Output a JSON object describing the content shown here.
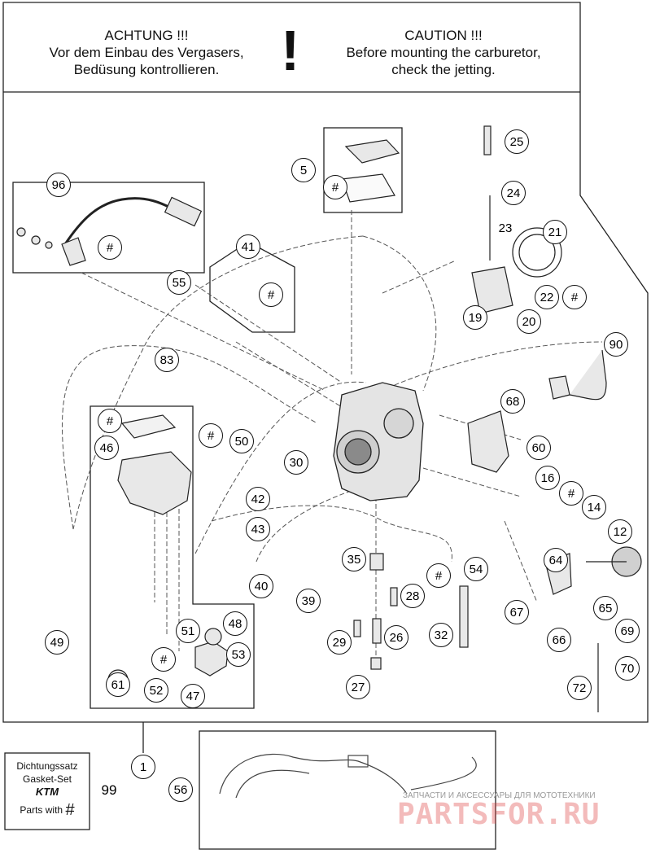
{
  "warning": {
    "de_title": "ACHTUNG !!!",
    "de_line1": "Vor dem Einbau des Vergasers,",
    "de_line2": "Bedüsung kontrollieren.",
    "mark": "!",
    "en_title": "CAUTION !!!",
    "en_line1": "Before mounting the carburetor,",
    "en_line2": "check the jetting."
  },
  "callouts": [
    "5",
    "#",
    "96",
    "#",
    "41",
    "#",
    "55",
    "83",
    "#",
    "#",
    "50",
    "46",
    "30",
    "42",
    "43",
    "40",
    "39",
    "35",
    "28",
    "29",
    "26",
    "27",
    "#",
    "54",
    "32",
    "25",
    "24",
    "23",
    "21",
    "22",
    "#",
    "19",
    "20",
    "90",
    "68",
    "60",
    "16",
    "#",
    "14",
    "12",
    "64",
    "67",
    "65",
    "66",
    "69",
    "70",
    "72",
    "49",
    "51",
    "48",
    "#",
    "53",
    "61",
    "52",
    "47",
    "1",
    "56"
  ],
  "gasket_box": {
    "line1": "Dichtungssatz",
    "line2": "Gasket-Set",
    "brand": "KTM",
    "parts_with": "Parts with",
    "hash": "#"
  },
  "label_99": "99",
  "watermark": {
    "tagline": "ЗАПЧАСТИ И АКСЕССУАРЫ ДЛЯ МОТОТЕХНИКИ",
    "brand": "PARTSFOR.RU"
  }
}
